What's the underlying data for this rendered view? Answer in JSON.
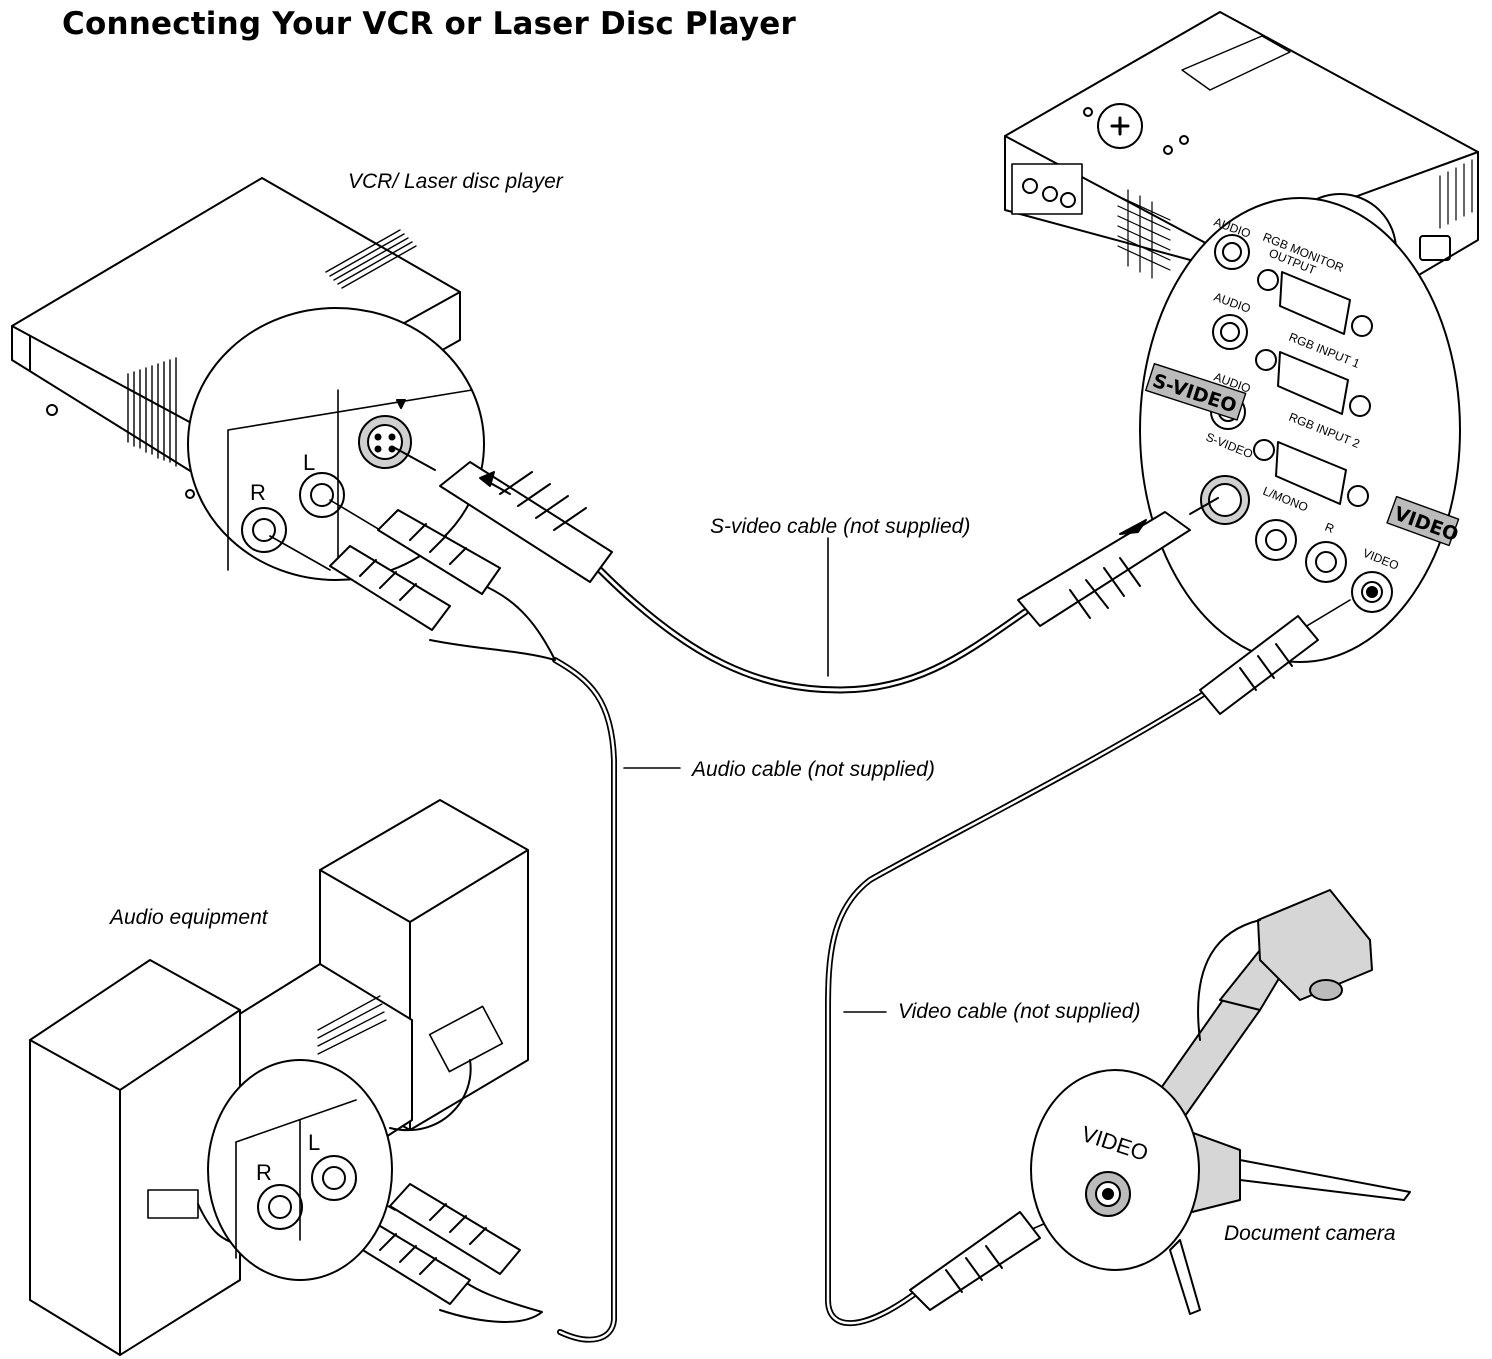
{
  "title": "Connecting Your VCR or Laser Disc Player",
  "labels": {
    "vcr": "VCR/ Laser disc player",
    "s_video_cable": "S-video cable (not supplied)",
    "audio_cable": "Audio cable (not supplied)",
    "audio_equipment": "Audio equipment",
    "video_cable": "Video cable (not supplied)",
    "document_camera": "Document camera"
  },
  "vcr_ports": {
    "r": "R",
    "l": "L"
  },
  "projector_ports": {
    "audio_top": "AUDIO",
    "rgb_monitor": "RGB MONITOR",
    "output": "OUTPUT",
    "audio_1": "AUDIO",
    "rgb_input_1": "RGB INPUT 1",
    "audio_2": "AUDIO",
    "rgb_input_2": "RGB INPUT 2",
    "s_video": "S-VIDEO",
    "l_mono": "L/MONO",
    "r": "R",
    "video": "VIDEO"
  },
  "tags": {
    "s_video": "S-VIDEO",
    "video": "VIDEO"
  },
  "audio_ports": {
    "r": "R",
    "l": "L"
  },
  "camera_port": "VIDEO"
}
